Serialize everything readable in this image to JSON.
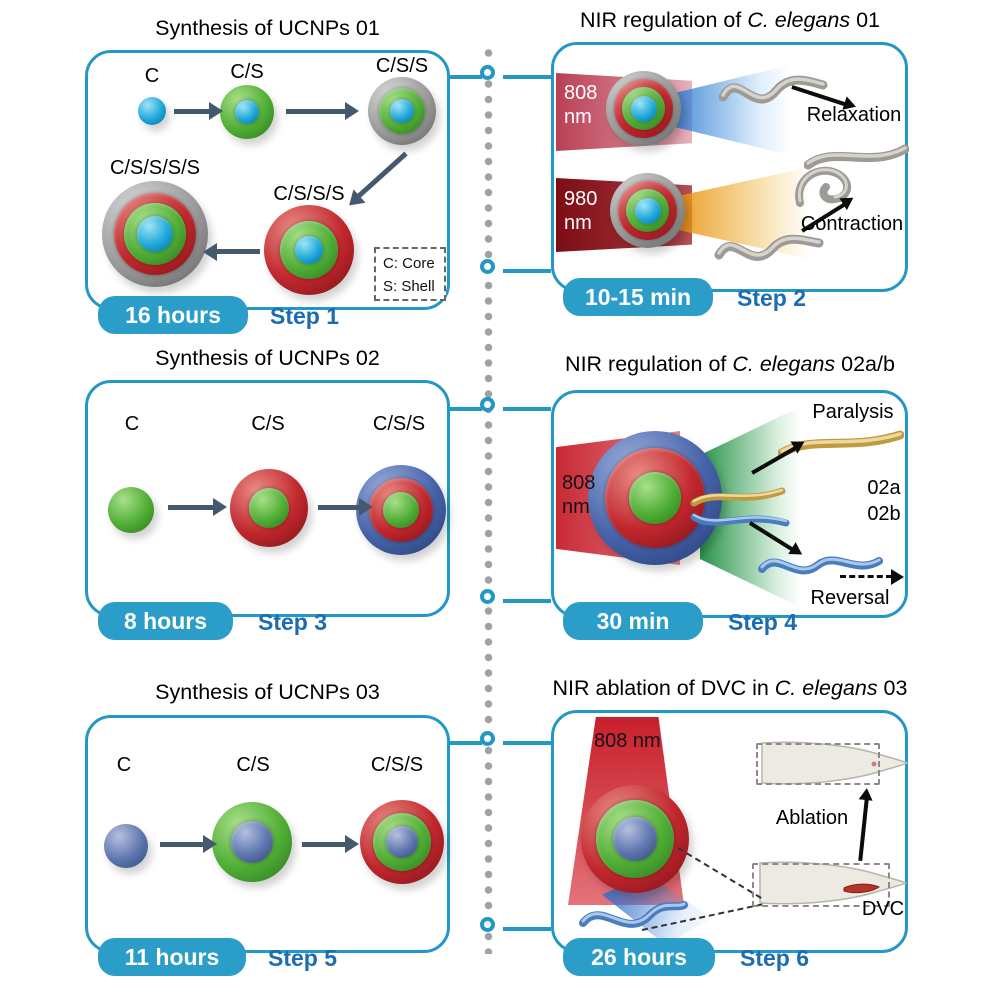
{
  "colors": {
    "panel_border": "#2397c6",
    "badge_fill": "#2a9dc9",
    "step_text": "#1b6cb3",
    "synthesis_arrow": "#44586e"
  },
  "panels": {
    "synthesis01": {
      "title": "Synthesis of UCNPs 01",
      "label_c": "C",
      "label_cs": "C/S",
      "label_css": "C/S/S",
      "label_csss": "C/S/S/S",
      "label_cssss": "C/S/S/S/S",
      "legend_core": "C: Core",
      "legend_shell": "S: Shell",
      "time": "16 hours",
      "step": "Step 1"
    },
    "regulation01": {
      "title_prefix": "NIR regulation of ",
      "title_species": "C. elegans",
      "title_suffix": " 01",
      "laser_808": "808\nnm",
      "laser_980": "980\nnm",
      "relaxation": "Relaxation",
      "contraction": "Contraction",
      "time": "10-15 min",
      "step": "Step 2"
    },
    "synthesis02": {
      "title": "Synthesis of UCNPs 02",
      "label_c": "C",
      "label_cs": "C/S",
      "label_css": "C/S/S",
      "time": "8 hours",
      "step": "Step 3"
    },
    "regulation02": {
      "title_prefix": "NIR regulation of ",
      "title_species": "C. elegans",
      "title_suffix": " 02a/b",
      "laser_808": "808\nnm",
      "paralysis": "Paralysis",
      "label_02a": "02a",
      "label_02b": "02b",
      "reversal": "Reversal",
      "time": "30 min",
      "step": "Step 4"
    },
    "synthesis03": {
      "title": "Synthesis of UCNPs 03",
      "label_c": "C",
      "label_cs": "C/S",
      "label_css": "C/S/S",
      "time": "11 hours",
      "step": "Step 5"
    },
    "ablation03": {
      "title_prefix": "NIR ablation of DVC in ",
      "title_species": "C. elegans",
      "title_suffix": " 03",
      "laser_808": "808 nm",
      "ablation": "Ablation",
      "dvc": "DVC",
      "time": "26 hours",
      "step": "Step 6"
    }
  }
}
